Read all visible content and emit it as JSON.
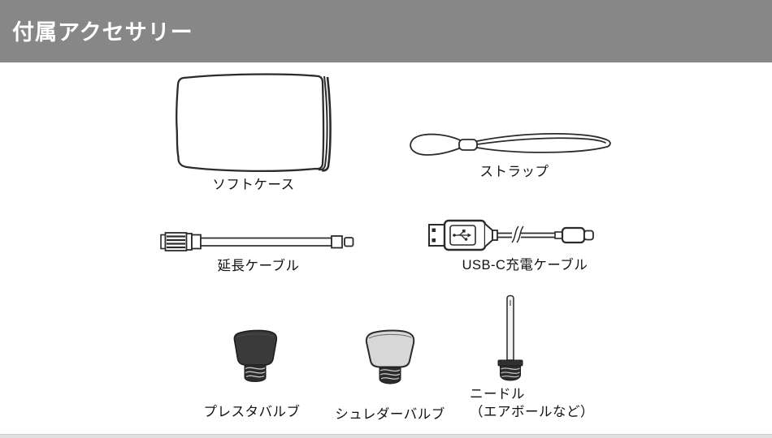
{
  "header": {
    "title": "付属アクセサリー"
  },
  "accessories": [
    {
      "name": "soft-case",
      "label": "ソフトケース"
    },
    {
      "name": "strap",
      "label": "ストラップ"
    },
    {
      "name": "extension-cable",
      "label": "延長ケーブル"
    },
    {
      "name": "usb-c-cable",
      "label": "USB-C充電ケーブル"
    },
    {
      "name": "presta-valve",
      "label": "プレスタバルブ"
    },
    {
      "name": "schrader-valve",
      "label": "シュレダーバルブ"
    },
    {
      "name": "needle",
      "label": "ニードル",
      "label_note": "（エアボールなど）"
    }
  ],
  "colors": {
    "header_bg": "#878787",
    "header_text": "#ffffff",
    "line_art": "#2b2b2b",
    "presta_cap": "#3a3a3a",
    "schrader_cap": "#d7d7d7",
    "thread_dark": "#2c2c2c",
    "footer_strip": "#e0e0e0"
  }
}
